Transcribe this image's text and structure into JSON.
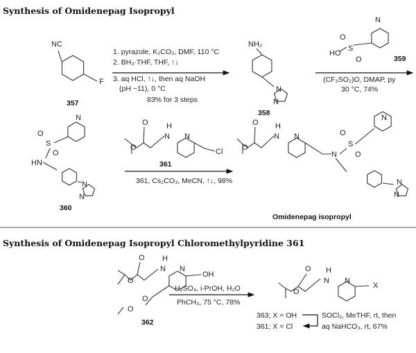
{
  "section1": {
    "title": "Synthesis of Omidenepag Isopropyl",
    "compound_357": {
      "label": "357",
      "atoms": {
        "cn": "NC",
        "f": "F"
      }
    },
    "step1": {
      "above": [
        "1. pyrazole, K₂CO₃, DMF, 110 °C",
        "2. BH₃·THF, THF, ↑↓"
      ],
      "below": [
        "3. aq HCl, ↑↓, then aq NaOH",
        "(pH ~11), 0 °C",
        "83% for 3 steps"
      ]
    },
    "compound_358": {
      "label": "358",
      "atoms": {
        "nh2": "NH₂",
        "n1": "N",
        "n2": "N"
      }
    },
    "compound_359": {
      "label": "359",
      "atoms": {
        "ho": "HO",
        "s": "S",
        "o1": "O",
        "o2": "O",
        "n": "N"
      }
    },
    "step2": {
      "below": [
        "(CF₃SO₂)O, DMAP, py",
        "30 °C, 74%"
      ]
    },
    "compound_360": {
      "label": "360",
      "atoms": {
        "hn": "HN",
        "s": "S",
        "o1": "O",
        "o2": "O",
        "n": "N",
        "pz1": "N",
        "pz2": "N"
      }
    },
    "compound_361": {
      "label": "361",
      "atoms": {
        "o1": "O",
        "o2": "O",
        "nh": "N",
        "h": "H",
        "n": "N",
        "cl": "Cl"
      }
    },
    "step3": {
      "below": "361, Cs₂CO₃, MeCN, ↑↓, 98%"
    },
    "product": {
      "label": "Omidenepag isopropyl",
      "atoms": {
        "o1": "O",
        "o2": "O",
        "nh": "N",
        "h": "H",
        "n": "N",
        "n2": "N",
        "s": "S",
        "so1": "O",
        "so2": "O",
        "pyn": "N",
        "pz1": "N",
        "pz2": "N"
      }
    }
  },
  "section2": {
    "title": "Synthesis of Omidenepag Isopropyl Chloromethylpyridine 361",
    "compound_362": {
      "label": "362",
      "atoms": {
        "o1": "O",
        "o2": "O",
        "o3": "O",
        "o4": "O",
        "nh": "N",
        "h": "H",
        "n": "N",
        "oh": "OH"
      }
    },
    "step4": {
      "above": "H₂SO₄, i-PrOH, H₂O",
      "below": "PhCH₃, 75 °C, 78%"
    },
    "compound_363": {
      "atoms": {
        "o1": "O",
        "o2": "O",
        "nh": "N",
        "h": "H",
        "n": "N",
        "x": "X"
      }
    },
    "labels": [
      "363; X = OH",
      "361; X = Cl"
    ],
    "step5": [
      "SOCl₂, MeTHF, rt, then",
      "aq NaHCO₃, rt, 67%"
    ]
  }
}
